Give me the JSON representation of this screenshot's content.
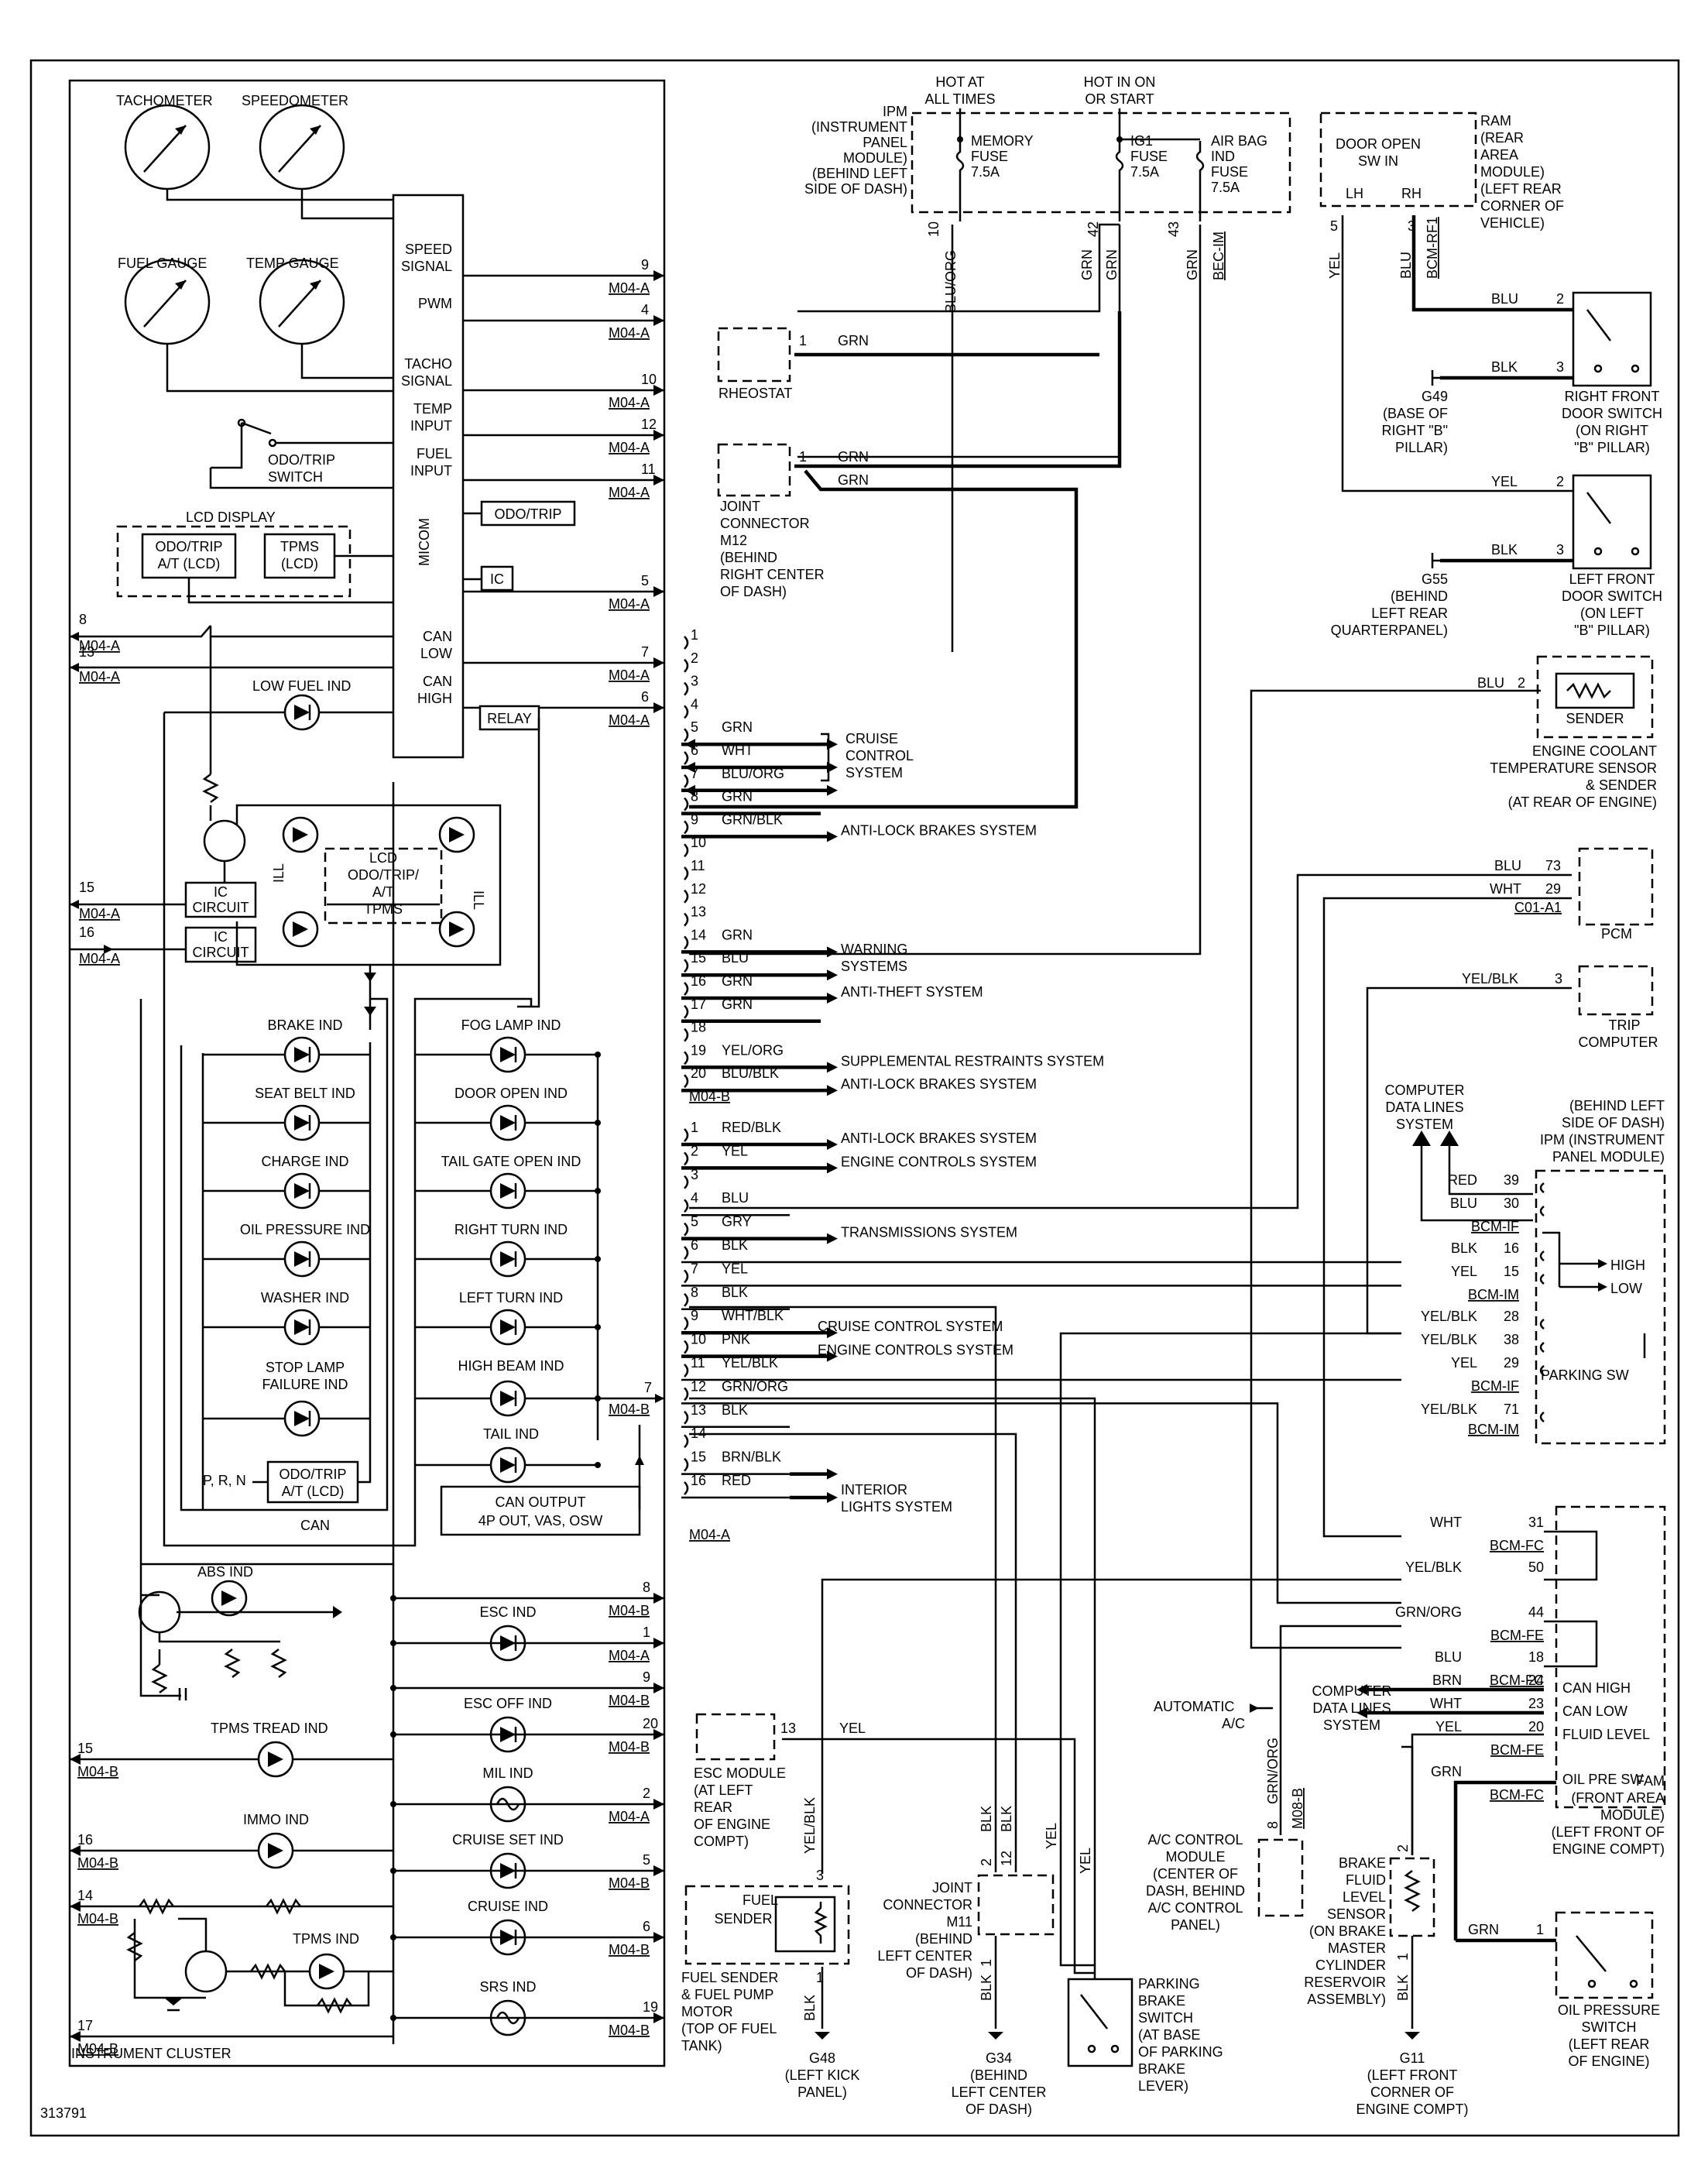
{
  "figure_id": "313791",
  "instrument_cluster": {
    "title": "INSTRUMENT CLUSTER",
    "gauges": [
      "TACHOMETER",
      "SPEEDOMETER",
      "FUEL GAUGE",
      "TEMP GAUGE"
    ],
    "micom_label": "MICOM",
    "micom_pins": [
      {
        "label": "SPEED",
        "label2": "SIGNAL",
        "pin": "9",
        "conn": "M04-A"
      },
      {
        "label": "PWM",
        "label2": "",
        "pin": "4",
        "conn": "M04-A"
      },
      {
        "label": "TACHO",
        "label2": "SIGNAL",
        "pin": "10",
        "conn": "M04-A"
      },
      {
        "label": "TEMP",
        "label2": "INPUT",
        "pin": "12",
        "conn": "M04-A"
      },
      {
        "label": "FUEL",
        "label2": "INPUT",
        "pin": "11",
        "conn": "M04-A"
      },
      {
        "label": "IC",
        "label2": "",
        "pin": "5",
        "conn": "M04-A"
      },
      {
        "label": "CAN",
        "label2": "LOW",
        "pin": "7",
        "conn": "M04-A"
      },
      {
        "label": "CAN",
        "label2": "HIGH",
        "pin": "6",
        "conn": "M04-A"
      }
    ],
    "odo_trip": "ODO/TRIP",
    "relay": "RELAY",
    "odo_switch": [
      "ODO/TRIP",
      "SWITCH"
    ],
    "lcd_display": {
      "title": "LCD DISPLAY",
      "left": [
        "ODO/TRIP",
        "A/T (LCD)"
      ],
      "right": [
        "TPMS",
        "(LCD)"
      ]
    },
    "left_pins": [
      {
        "pin": "8",
        "conn": "M04-A"
      },
      {
        "pin": "13",
        "conn": "M04-A"
      },
      {
        "pin": "15",
        "conn": "M04-A"
      },
      {
        "pin": "16",
        "conn": "M04-A"
      }
    ],
    "low_fuel": "LOW FUEL IND",
    "ic_circuit": [
      "IC",
      "CIRCUIT"
    ],
    "ill": "ILL",
    "lcd_center": [
      "LCD",
      "ODO/TRIP/",
      "A/T",
      "TPMS"
    ],
    "indicators_left": [
      "BRAKE IND",
      "SEAT BELT IND",
      "CHARGE IND",
      "OIL PRESSURE IND",
      "WASHER IND",
      "STOP LAMP",
      "FAILURE IND"
    ],
    "indicators_right": [
      "FOG LAMP IND",
      "DOOR OPEN IND",
      "TAIL GATE OPEN IND",
      "RIGHT TURN IND",
      "LEFT TURN IND",
      "HIGH BEAM IND",
      "TAIL IND"
    ],
    "prn": "P, R, N",
    "odo_at": [
      "ODO/TRIP",
      "A/T (LCD)"
    ],
    "can": "CAN",
    "can_output": [
      "CAN OUTPUT",
      "4P OUT, VAS, OSW"
    ],
    "pin7": {
      "pin": "7",
      "conn": "M04-B"
    },
    "lower_indicators": [
      {
        "label": "ABS IND",
        "pin": "8",
        "conn": "M04-B"
      },
      {
        "label": "ESC IND",
        "pin": "1",
        "conn": "M04-A"
      },
      {
        "label": "",
        "pin": "9",
        "conn": "M04-B"
      },
      {
        "label": "ESC OFF IND",
        "pin": "20",
        "conn": "M04-B"
      },
      {
        "label": "MIL IND",
        "pin": "2",
        "conn": "M04-A"
      },
      {
        "label": "CRUISE SET IND",
        "pin": "5",
        "conn": "M04-B"
      },
      {
        "label": "CRUISE IND",
        "pin": "6",
        "conn": "M04-B"
      },
      {
        "label": "SRS IND",
        "pin": "19",
        "conn": "M04-B"
      }
    ],
    "tpms_tread": "TPMS TREAD IND",
    "immo": "IMMO IND",
    "tpms_ind": "TPMS IND",
    "left_lower_pins": [
      {
        "pin": "15",
        "conn": "M04-B"
      },
      {
        "pin": "16",
        "conn": "M04-B"
      },
      {
        "pin": "14",
        "conn": "M04-B"
      },
      {
        "pin": "17",
        "conn": "M04-B"
      }
    ]
  },
  "ipm": {
    "label": [
      "IPM",
      "(INSTRUMENT",
      "PANEL",
      "MODULE)",
      "(BEHIND LEFT",
      "SIDE OF DASH)"
    ],
    "hot_at_all_times": [
      "HOT AT",
      "ALL TIMES"
    ],
    "hot_in_on": [
      "HOT IN ON",
      "OR START"
    ],
    "fuses": [
      {
        "name": [
          "MEMORY",
          "FUSE",
          "7.5A"
        ],
        "pin": "10",
        "wire": "BLU/ORG"
      },
      {
        "name": [
          "IG1",
          "FUSE",
          "7.5A"
        ],
        "pin": "42",
        "wire": "GRN"
      },
      {
        "name": [
          "AIR BAG",
          "IND",
          "FUSE",
          "7.5A"
        ],
        "pin": "43",
        "wire": "GRN"
      }
    ],
    "wire_grn2": "GRN",
    "bec_im": "BEC-IM"
  },
  "rheostat": {
    "label": "RHEOSTAT",
    "pin": "1",
    "wire": "GRN"
  },
  "joint_m12": {
    "label": [
      "JOINT",
      "CONNECTOR",
      "M12",
      "(BEHIND",
      "RIGHT CENTER",
      "OF DASH)"
    ],
    "pin": "1",
    "wires": [
      "GRN",
      "GRN"
    ]
  },
  "connector_a": {
    "rows": [
      {
        "pin": "1",
        "wire": "",
        "dest": ""
      },
      {
        "pin": "2",
        "wire": "",
        "dest": ""
      },
      {
        "pin": "3",
        "wire": "",
        "dest": ""
      },
      {
        "pin": "4",
        "wire": "",
        "dest": ""
      },
      {
        "pin": "5",
        "wire": "GRN",
        "dest": ""
      },
      {
        "pin": "6",
        "wire": "WHT",
        "dest": ""
      },
      {
        "pin": "7",
        "wire": "BLU/ORG",
        "dest": ""
      },
      {
        "pin": "8",
        "wire": "GRN",
        "dest": ""
      },
      {
        "pin": "9",
        "wire": "GRN/BLK",
        "dest": "ANTI-LOCK BRAKES SYSTEM"
      },
      {
        "pin": "10",
        "wire": "",
        "dest": ""
      },
      {
        "pin": "11",
        "wire": "",
        "dest": ""
      },
      {
        "pin": "12",
        "wire": "",
        "dest": ""
      },
      {
        "pin": "13",
        "wire": "",
        "dest": ""
      },
      {
        "pin": "14",
        "wire": "GRN",
        "dest": ""
      },
      {
        "pin": "15",
        "wire": "BLU",
        "dest": ""
      },
      {
        "pin": "16",
        "wire": "GRN",
        "dest": "ANTI-THEFT SYSTEM"
      },
      {
        "pin": "17",
        "wire": "GRN",
        "dest": ""
      },
      {
        "pin": "18",
        "wire": "",
        "dest": ""
      },
      {
        "pin": "19",
        "wire": "YEL/ORG",
        "dest": "SUPPLEMENTAL RESTRAINTS SYSTEM"
      },
      {
        "pin": "20",
        "wire": "BLU/BLK",
        "dest": "ANTI-LOCK BRAKES SYSTEM"
      }
    ],
    "cruise": [
      "CRUISE",
      "CONTROL",
      "SYSTEM"
    ],
    "warning": [
      "WARNING",
      "SYSTEMS"
    ],
    "conn": "M04-B"
  },
  "connector_b": {
    "rows": [
      {
        "pin": "1",
        "wire": "RED/BLK",
        "dest": "ANTI-LOCK BRAKES SYSTEM"
      },
      {
        "pin": "2",
        "wire": "YEL",
        "dest": "ENGINE CONTROLS SYSTEM"
      },
      {
        "pin": "3",
        "wire": "",
        "dest": ""
      },
      {
        "pin": "4",
        "wire": "BLU",
        "dest": ""
      },
      {
        "pin": "5",
        "wire": "GRY",
        "dest": "TRANSMISSIONS SYSTEM"
      },
      {
        "pin": "6",
        "wire": "BLK",
        "dest": ""
      },
      {
        "pin": "7",
        "wire": "YEL",
        "dest": ""
      },
      {
        "pin": "8",
        "wire": "BLK",
        "dest": ""
      },
      {
        "pin": "9",
        "wire": "WHT/BLK",
        "dest": "CRUISE CONTROL SYSTEM"
      },
      {
        "pin": "10",
        "wire": "PNK",
        "dest": "ENGINE CONTROLS SYSTEM"
      },
      {
        "pin": "11",
        "wire": "YEL/BLK",
        "dest": ""
      },
      {
        "pin": "12",
        "wire": "GRN/ORG",
        "dest": ""
      },
      {
        "pin": "13",
        "wire": "BLK",
        "dest": ""
      },
      {
        "pin": "14",
        "wire": "",
        "dest": ""
      },
      {
        "pin": "15",
        "wire": "BRN/BLK",
        "dest": ""
      },
      {
        "pin": "16",
        "wire": "RED",
        "dest": ""
      }
    ],
    "interior": [
      "INTERIOR",
      "LIGHTS SYSTEM"
    ],
    "conn": "M04-A"
  },
  "ram": {
    "label": [
      "RAM",
      "(REAR",
      "AREA",
      "MODULE)",
      "(LEFT REAR",
      "CORNER OF",
      "VEHICLE)"
    ],
    "door_sw": [
      "DOOR OPEN",
      "SW IN"
    ],
    "lh": "LH",
    "rh": "RH",
    "pin5": "5",
    "pin3": "3",
    "wire_yel": "YEL",
    "wire_blu": "BLU",
    "bcm_rf1": "BCM-RF1"
  },
  "right_door_switch": {
    "label": [
      "RIGHT FRONT",
      "DOOR SWITCH",
      "(ON RIGHT",
      "\"B\" PILLAR)"
    ],
    "wires": [
      {
        "pin": "2",
        "wire": "BLU"
      },
      {
        "pin": "3",
        "wire": "BLK"
      }
    ]
  },
  "g49": [
    "G49",
    "(BASE OF",
    "RIGHT \"B\"",
    "PILLAR)"
  ],
  "left_door_switch": {
    "label": [
      "LEFT FRONT",
      "DOOR SWITCH",
      "(ON LEFT",
      "\"B\" PILLAR)"
    ],
    "wires": [
      {
        "pin": "2",
        "wire": "YEL"
      },
      {
        "pin": "3",
        "wire": "BLK"
      }
    ]
  },
  "g55": [
    "G55",
    "(BEHIND",
    "LEFT REAR",
    "QUARTERPANEL)"
  ],
  "coolant_sensor": {
    "label": [
      "ENGINE COOLANT",
      "TEMPERATURE SENSOR",
      "& SENDER",
      "(AT REAR OF ENGINE)"
    ],
    "inner": "SENDER",
    "wire": "BLU",
    "pin": "2"
  },
  "pcm": {
    "label": "PCM",
    "conn": "C01-A1",
    "wires": [
      {
        "wire": "BLU",
        "pin": "73"
      },
      {
        "wire": "WHT",
        "pin": "29"
      }
    ]
  },
  "trip_computer": {
    "label": [
      "TRIP",
      "COMPUTER"
    ],
    "wire": "YEL/BLK",
    "pin": "3"
  },
  "ipm_right": {
    "label": [
      "(BEHIND LEFT",
      "SIDE OF DASH)",
      "IPM (INSTRUMENT",
      "PANEL MODULE)"
    ],
    "cdl": [
      "COMPUTER",
      "DATA LINES",
      "SYSTEM"
    ],
    "rows": [
      {
        "wire": "RED",
        "pin": "39",
        "conn": ""
      },
      {
        "wire": "BLU",
        "pin": "30",
        "conn": "BCM-IF"
      },
      {
        "wire": "BLK",
        "pin": "16",
        "conn": ""
      },
      {
        "wire": "YEL",
        "pin": "15",
        "conn": "BCM-IM"
      },
      {
        "wire": "YEL/BLK",
        "pin": "28",
        "conn": ""
      },
      {
        "wire": "YEL/BLK",
        "pin": "38",
        "conn": ""
      },
      {
        "wire": "YEL",
        "pin": "29",
        "conn": "BCM-IF"
      },
      {
        "wire": "YEL/BLK",
        "pin": "71",
        "conn": "BCM-IM"
      }
    ],
    "high": "HIGH",
    "low": "LOW",
    "parking_sw": "PARKING SW"
  },
  "fam": {
    "label": [
      "FAM",
      "(FRONT AREA",
      "MODULE)",
      "(LEFT FRONT OF",
      "ENGINE COMPT)"
    ],
    "rows": [
      {
        "wire": "WHT",
        "pin": "31",
        "conn": "BCM-FC"
      },
      {
        "wire": "YEL/BLK",
        "pin": "50",
        "conn": ""
      },
      {
        "wire": "GRN/ORG",
        "pin": "44",
        "conn": "BCM-FE"
      },
      {
        "wire": "BLU",
        "pin": "18",
        "conn": "BCM-FC"
      },
      {
        "wire": "BRN",
        "pin": "24",
        "conn": "",
        "fn": "CAN HIGH"
      },
      {
        "wire": "WHT",
        "pin": "23",
        "conn": "",
        "fn": "CAN LOW"
      },
      {
        "wire": "YEL",
        "pin": "20",
        "conn": "BCM-FE",
        "fn": "FLUID LEVEL"
      },
      {
        "wire": "GRN",
        "pin": "",
        "conn": "BCM-FC",
        "fn": "OIL PRE SW"
      }
    ],
    "cdl": [
      "COMPUTER",
      "DATA LINES",
      "SYSTEM"
    ]
  },
  "auto_ac": [
    "AUTOMATIC",
    "A/C"
  ],
  "ac_module": {
    "label": [
      "A/C CONTROL",
      "MODULE",
      "(CENTER OF",
      "DASH, BEHIND",
      "A/C CONTROL",
      "PANEL)"
    ],
    "pin": "8",
    "wire": "GRN/ORG",
    "conn": "M08-B"
  },
  "esc_module": {
    "label": [
      "ESC MODULE",
      "(AT LEFT",
      "REAR",
      "OF ENGINE",
      "COMPT)"
    ],
    "pin": "13",
    "wire": "YEL"
  },
  "fuel_sender": {
    "label": [
      "FUEL SENDER",
      "& FUEL PUMP",
      "MOTOR",
      "(TOP OF FUEL",
      "TANK)"
    ],
    "inner": [
      "FUEL",
      "SENDER"
    ],
    "pins": [
      "3",
      "1"
    ],
    "wires": [
      "YEL/BLK",
      "BLK"
    ]
  },
  "g48": [
    "G48",
    "(LEFT KICK",
    "PANEL)"
  ],
  "joint_m11": {
    "label": [
      "JOINT",
      "CONNECTOR",
      "M11",
      "(BEHIND",
      "LEFT CENTER",
      "OF DASH)"
    ],
    "pins": [
      "2",
      "12",
      "1"
    ],
    "wires": [
      "BLK",
      "BLK",
      "BLK"
    ]
  },
  "g34": [
    "G34",
    "(BEHIND",
    "LEFT CENTER",
    "OF DASH)"
  ],
  "parking_brake": {
    "label": [
      "PARKING",
      "BRAKE",
      "SWITCH",
      "(AT BASE",
      "OF PARKING",
      "BRAKE",
      "LEVER)"
    ],
    "wires": [
      "YEL",
      "YEL"
    ]
  },
  "brake_fluid": {
    "label": [
      "BRAKE",
      "FLUID",
      "LEVEL",
      "SENSOR",
      "(ON BRAKE",
      "MASTER",
      "CYLINDER",
      "RESERVOIR",
      "ASSEMBLY)"
    ],
    "pins": [
      "2",
      "1"
    ],
    "wire": "BLK"
  },
  "g11": [
    "G11",
    "(LEFT FRONT",
    "CORNER OF",
    "ENGINE COMPT)"
  ],
  "oil_switch": {
    "label": [
      "OIL PRESSURE",
      "SWITCH",
      "(LEFT REAR",
      "OF ENGINE)"
    ],
    "wire": "GRN",
    "pin": "1"
  }
}
